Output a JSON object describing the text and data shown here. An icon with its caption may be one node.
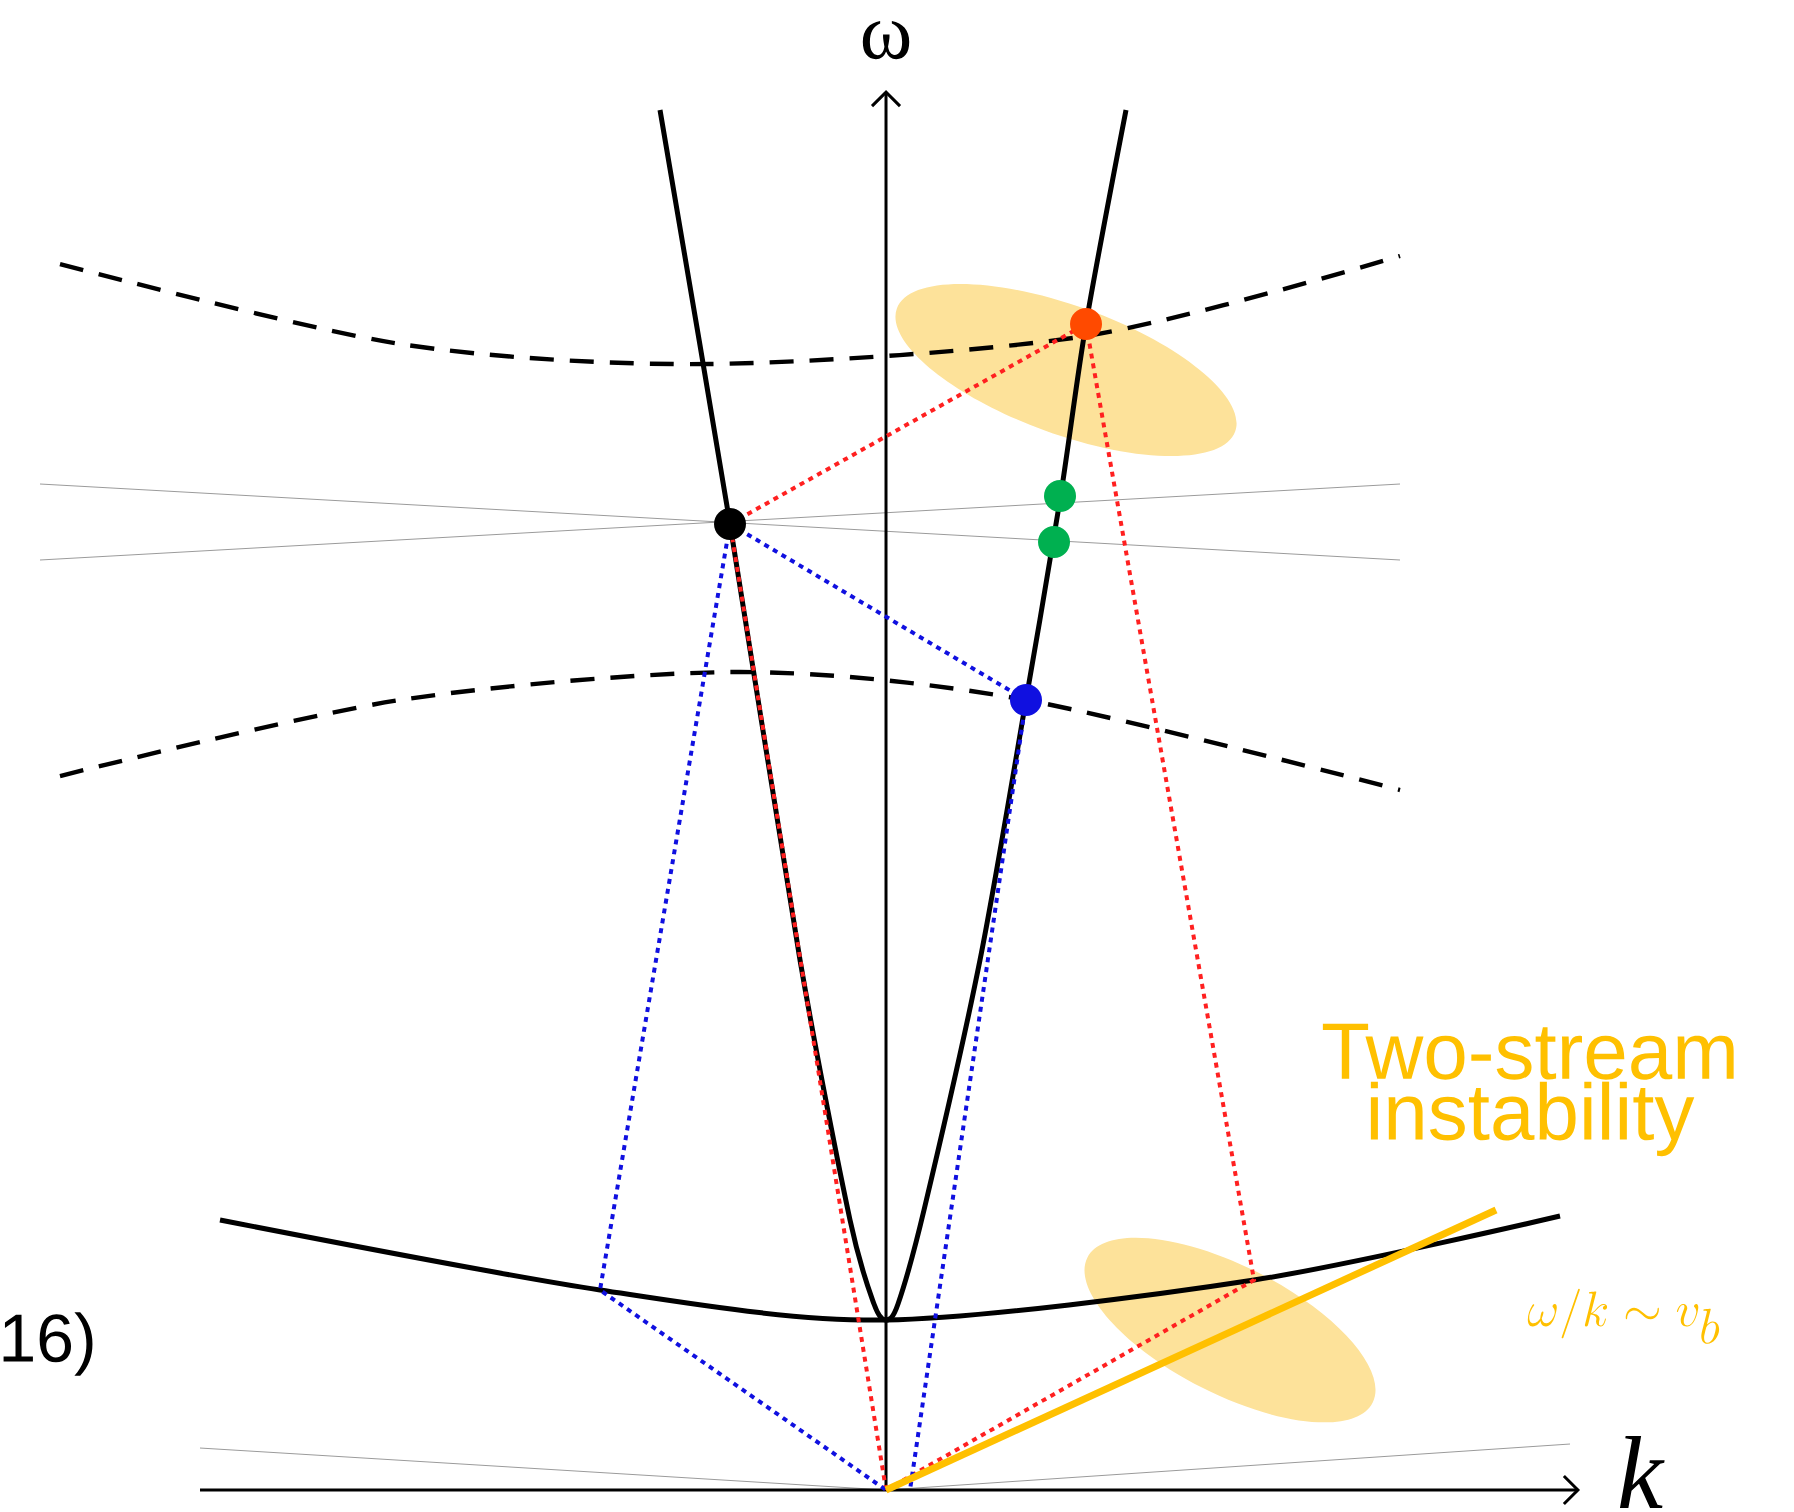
{
  "diagram": {
    "labels": [
      "ω",
      "k",
      "Two-stream instability",
      "\\omega/k\\sim v_b",
      "16)"
    ]
  }
}
